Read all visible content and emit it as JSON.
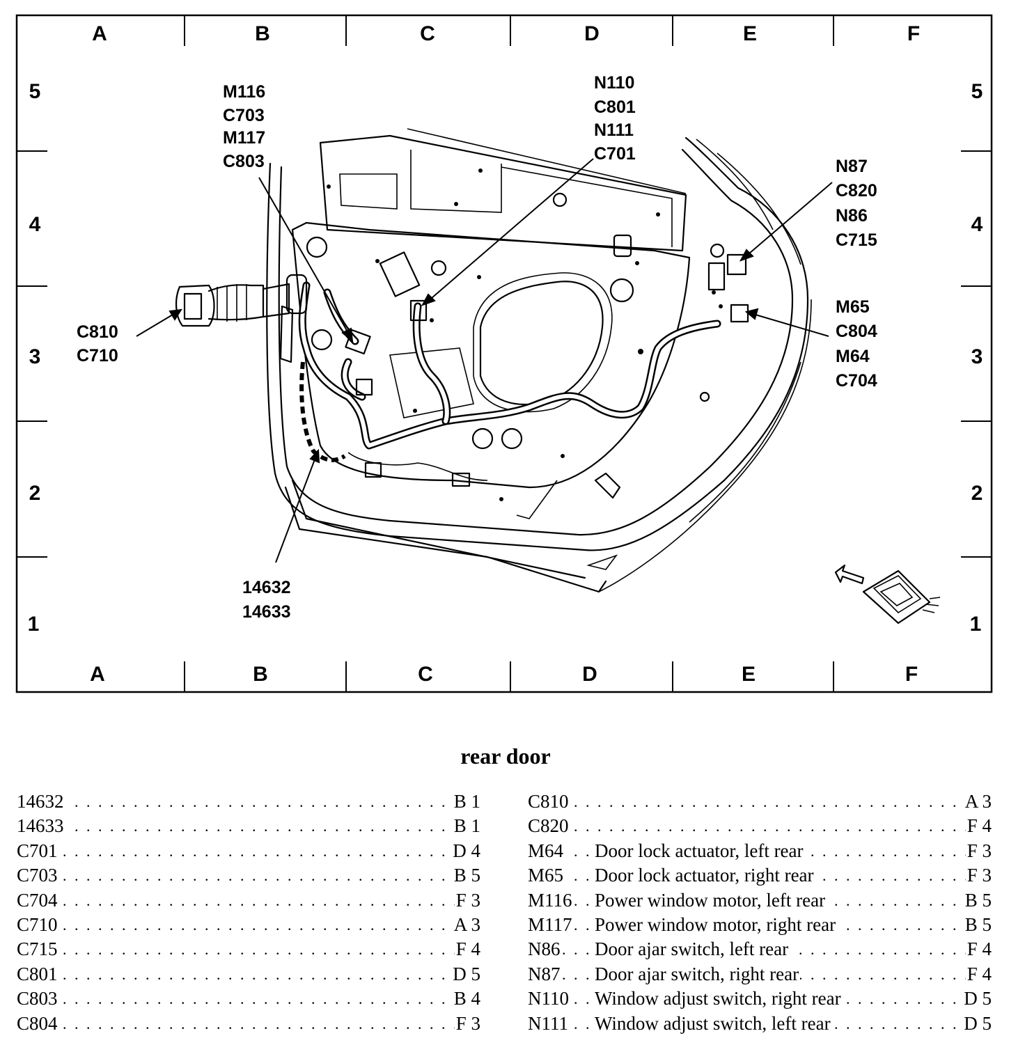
{
  "grid": {
    "columns": [
      "A",
      "B",
      "C",
      "D",
      "E",
      "F"
    ],
    "rows": [
      "5",
      "4",
      "3",
      "2",
      "1"
    ]
  },
  "callouts": {
    "window_motor": [
      "M116",
      "C703",
      "M117",
      "C803"
    ],
    "window_switch": [
      "N110",
      "C801",
      "N111",
      "C701"
    ],
    "door_ajar": [
      "N87",
      "C820",
      "N86",
      "C715"
    ],
    "lock_actuator": [
      "M65",
      "C804",
      "M64",
      "C704"
    ],
    "connector_main": [
      "C810",
      "C710"
    ],
    "harness": [
      "14632",
      "14633"
    ]
  },
  "title": "rear door",
  "index_left": [
    {
      "code": "14632",
      "desc": "",
      "loc": "B 1"
    },
    {
      "code": "14633",
      "desc": "",
      "loc": "B 1"
    },
    {
      "code": "C701",
      "desc": "",
      "loc": "D 4"
    },
    {
      "code": "C703",
      "desc": "",
      "loc": "B 5"
    },
    {
      "code": "C704",
      "desc": "",
      "loc": "F 3"
    },
    {
      "code": "C710",
      "desc": "",
      "loc": "A 3"
    },
    {
      "code": "C715",
      "desc": "",
      "loc": "F 4"
    },
    {
      "code": "C801",
      "desc": "",
      "loc": "D 5"
    },
    {
      "code": "C803",
      "desc": "",
      "loc": "B 4"
    },
    {
      "code": "C804",
      "desc": "",
      "loc": "F 3"
    }
  ],
  "index_right": [
    {
      "code": "C810",
      "desc": "",
      "loc": "A 3"
    },
    {
      "code": "C820",
      "desc": "",
      "loc": "F 4"
    },
    {
      "code": "M64",
      "desc": "Door lock actuator, left rear",
      "loc": "F 3"
    },
    {
      "code": "M65",
      "desc": "Door lock actuator, right rear",
      "loc": "F 3"
    },
    {
      "code": "M116",
      "desc": "Power window motor, left rear",
      "loc": "B 5"
    },
    {
      "code": "M117",
      "desc": "Power window motor, right rear",
      "loc": "B 5"
    },
    {
      "code": "N86",
      "desc": "Door ajar switch, left rear",
      "loc": "F 4"
    },
    {
      "code": "N87",
      "desc": "Door ajar switch, right rear",
      "loc": "F 4"
    },
    {
      "code": "N110",
      "desc": "Window adjust switch, right rear",
      "loc": "D 5"
    },
    {
      "code": "N111",
      "desc": "Window adjust switch, left rear",
      "loc": "D 5"
    }
  ]
}
